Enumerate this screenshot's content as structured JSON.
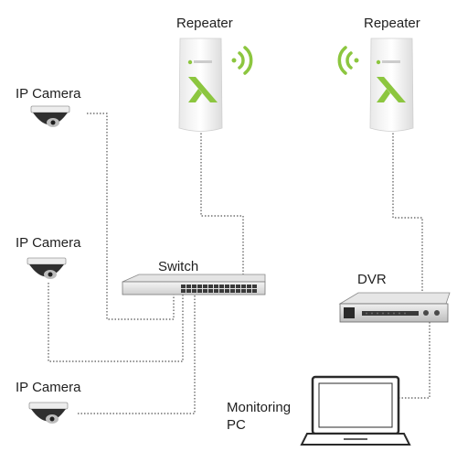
{
  "diagram": {
    "labels": {
      "camera1": "IP Camera",
      "camera2": "IP Camera",
      "camera3": "IP Camera",
      "repeater1": "Repeater",
      "repeater2": "Repeater",
      "switch": "Switch",
      "dvr": "DVR",
      "monitoring_pc_line1": "Monitoring",
      "monitoring_pc_line2": "PC"
    },
    "icons": {
      "camera": "dome-camera-icon",
      "repeater": "repeater-device-icon",
      "wifi": "wifi-signal-icon",
      "switch": "network-switch-icon",
      "dvr": "dvr-recorder-icon",
      "pc": "laptop-icon"
    },
    "colors": {
      "accent": "#8cc63f",
      "line": "#555555",
      "device": "#3a3a3a"
    }
  }
}
